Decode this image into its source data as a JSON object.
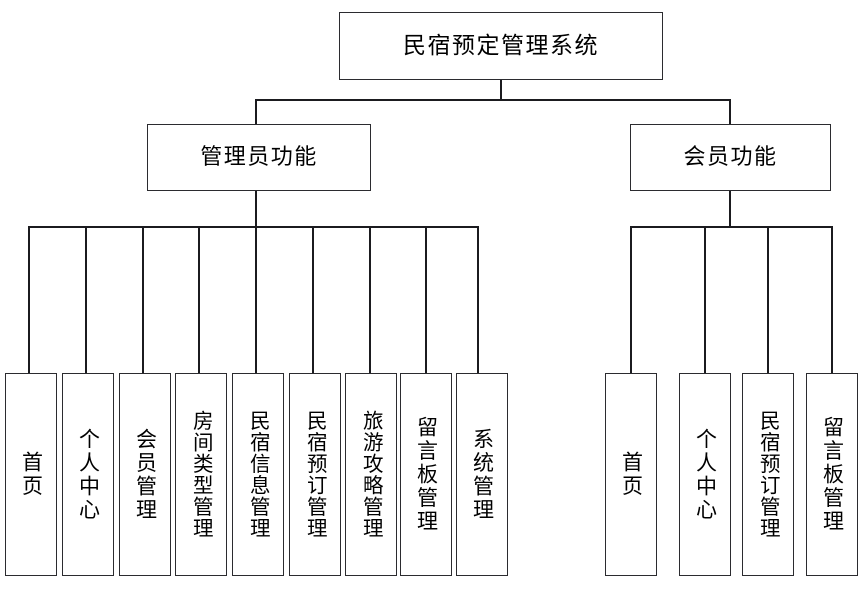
{
  "diagram": {
    "title": "民宿预定管理系统",
    "type": "org-chart",
    "root": {
      "label": "民宿预定管理系统"
    },
    "branches": [
      {
        "id": "admin",
        "label": "管理员功能",
        "leaves": [
          {
            "label": "首页"
          },
          {
            "label": "个人中心"
          },
          {
            "label": "会员管理"
          },
          {
            "label": "房间类型管理"
          },
          {
            "label": "民宿信息管理"
          },
          {
            "label": "民宿预订管理"
          },
          {
            "label": "旅游攻略管理"
          },
          {
            "label": "留言板管理"
          },
          {
            "label": "系统管理"
          }
        ]
      },
      {
        "id": "member",
        "label": "会员功能",
        "leaves": [
          {
            "label": "首页"
          },
          {
            "label": "个人中心"
          },
          {
            "label": "民宿预订管理"
          },
          {
            "label": "留言板管理"
          }
        ]
      }
    ],
    "colors": {
      "stroke": "#2b2b2f",
      "connector": "#1b1b1f",
      "fill": "#ffffff",
      "text": "#000000"
    }
  }
}
